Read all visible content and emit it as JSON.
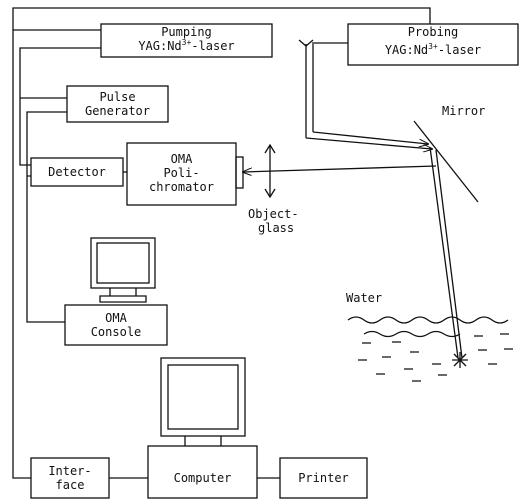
{
  "diagram": {
    "pumping_laser": {
      "line1": "Pumping",
      "line2_prefix": "YAG:Nd",
      "line2_sup": "3+",
      "line2_suffix": "-laser"
    },
    "probing_laser": {
      "line1": "Probing",
      "line2_prefix": "YAG:Nd",
      "line2_sup": "3+",
      "line2_suffix": "-laser"
    },
    "pulse_generator": {
      "line1": "Pulse",
      "line2": "Generator"
    },
    "detector": "Detector",
    "oma_polichromator": {
      "line1": "OMA",
      "line2": "Poli-",
      "line3": "chromator"
    },
    "objectglass": {
      "line1": "Object-",
      "line2": "glass"
    },
    "mirror": "Mirror",
    "water": "Water",
    "oma_console": {
      "line1": "OMA",
      "line2": "Console"
    },
    "interface": {
      "line1": "Inter-",
      "line2": "face"
    },
    "computer": "Computer",
    "printer": "Printer"
  },
  "colors": {
    "ink": "#111111",
    "background": "#ffffff"
  }
}
